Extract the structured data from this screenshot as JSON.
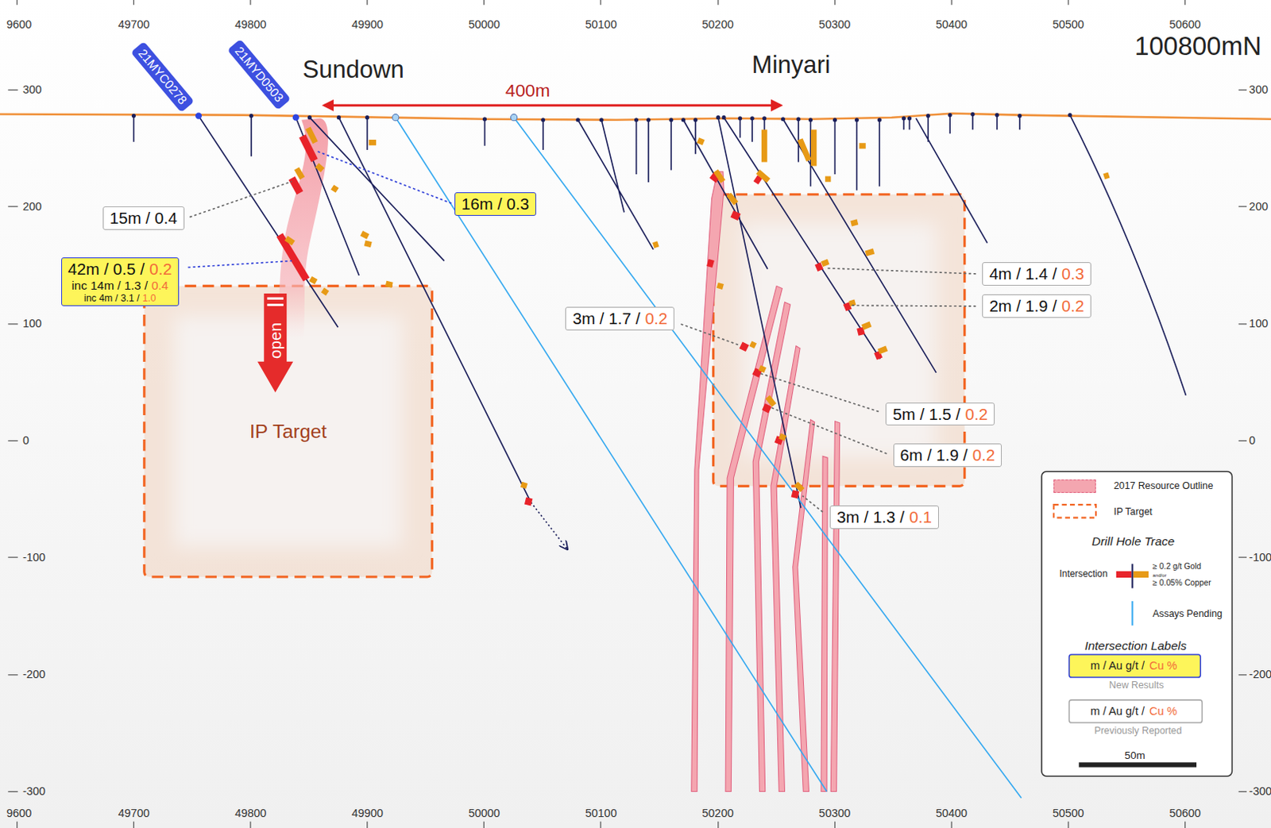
{
  "diagram": {
    "title": "100800mN",
    "nodes": [
      {
        "text": [
          "21MYC0278"
        ]
      },
      {
        "text": [
          "21MYD0503"
        ]
      },
      {
        "text": [
          "15m / 0.4"
        ]
      },
      {
        "text": [
          "16m / 0.3"
        ]
      },
      {
        "text": [
          "42m / 0.5 /",
          "0.2",
          "inc 14m / 1.3 /",
          "0.4",
          "inc 4m / 3.1 /",
          "1.0"
        ]
      },
      {
        "text": [
          "open"
        ]
      },
      {
        "text": [
          "IP Target"
        ]
      },
      {
        "text": [
          "3m / 1.7 /",
          "0.2"
        ]
      },
      {
        "text": [
          "4m / 1.4 /",
          "0.3"
        ]
      },
      {
        "text": [
          "2m / 1.9 /",
          "0.2"
        ]
      },
      {
        "text": [
          "5m / 1.5 /",
          "0.2"
        ]
      },
      {
        "text": [
          "6m / 1.9 /",
          "0.2"
        ]
      },
      {
        "text": [
          "3m / 1.3 /",
          "0.1"
        ]
      }
    ],
    "labels": [
      "Sundown",
      "Minyari",
      "400m",
      "9600",
      "49700",
      "49800",
      "49900",
      "50000",
      "50100",
      "50200",
      "50300",
      "50400",
      "50500",
      "50600",
      "9600",
      "49700",
      "49800",
      "49900",
      "50000",
      "50100",
      "50200",
      "50300",
      "50400",
      "50500",
      "50600",
      "300",
      "200",
      "100",
      "0",
      "-100",
      "-200",
      "-300",
      "300",
      "200",
      "100",
      "0",
      "-100",
      "-200",
      "-300",
      "m / Au g/t /",
      "Cu %",
      "m / Au g/t /",
      "Cu %"
    ],
    "legend": [
      {
        "text": "2017 Resource Outline",
        "color": "#f4a6b0"
      },
      {
        "text": "IP Target"
      },
      {
        "text": "Drill Hole Trace"
      },
      {
        "text": "Intersection"
      },
      {
        "text": "≥ 0.2 g/t Gold"
      },
      {
        "text": "and/or"
      },
      {
        "text": "≥ 0.05% Copper"
      },
      {
        "text": "Assays Pending"
      },
      {
        "text": "Intersection Labels"
      },
      {
        "text": "New Results"
      },
      {
        "text": "Previously Reported"
      },
      {
        "text": "50m"
      }
    ]
  }
}
